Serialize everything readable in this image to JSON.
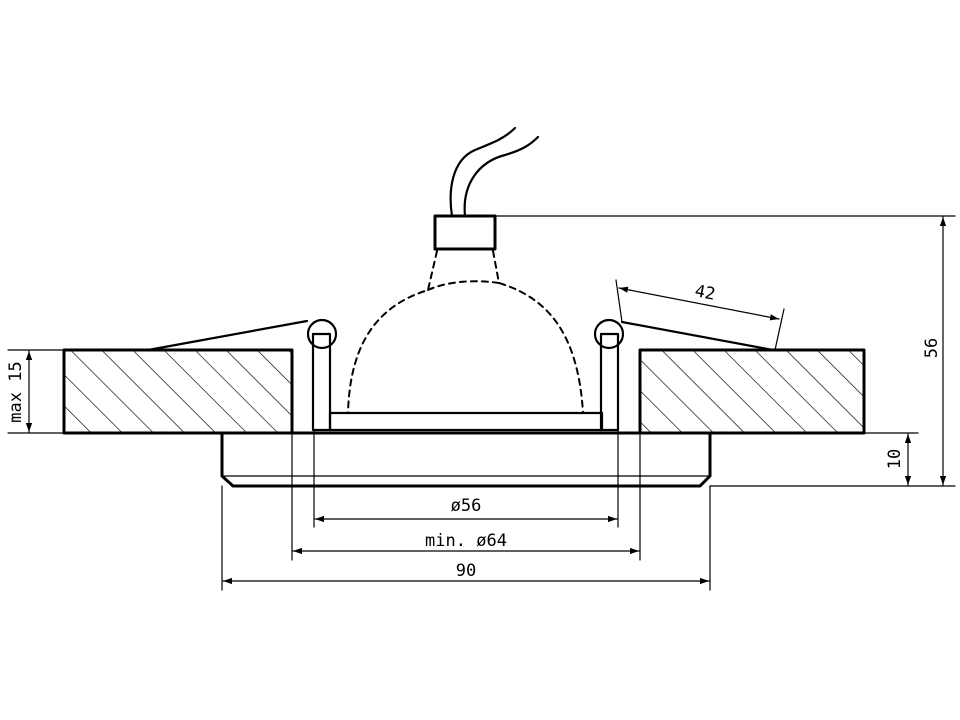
{
  "dimensions": {
    "diameter_inner": "ø56",
    "diameter_cutout": "min. ø64",
    "outer_width": "90",
    "total_height": "56",
    "flange_height": "10",
    "max_thickness": "max 15",
    "spring_length": "42"
  },
  "colors": {
    "line": "#000000",
    "background": "#ffffff"
  }
}
